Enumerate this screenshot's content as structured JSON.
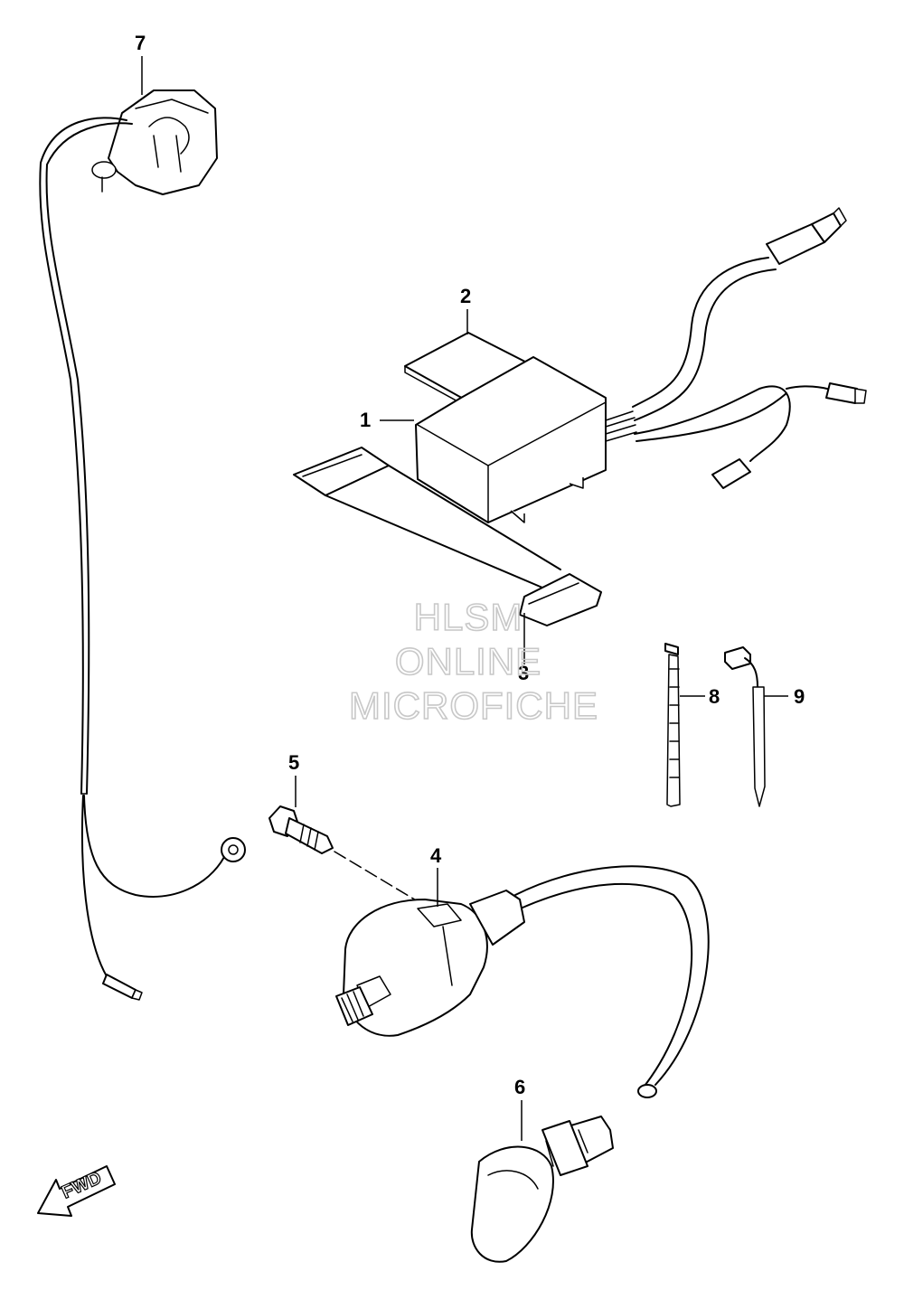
{
  "callouts": {
    "p1": "1",
    "p2": "2",
    "p3": "3",
    "p4": "4",
    "p5": "5",
    "p6": "6",
    "p7": "7",
    "p8": "8",
    "p9": "9"
  },
  "watermark": {
    "line1": "HLSM",
    "line2": "ONLINE",
    "line3": "MICROFICHE"
  },
  "direction_arrow": {
    "label": "FWD"
  }
}
